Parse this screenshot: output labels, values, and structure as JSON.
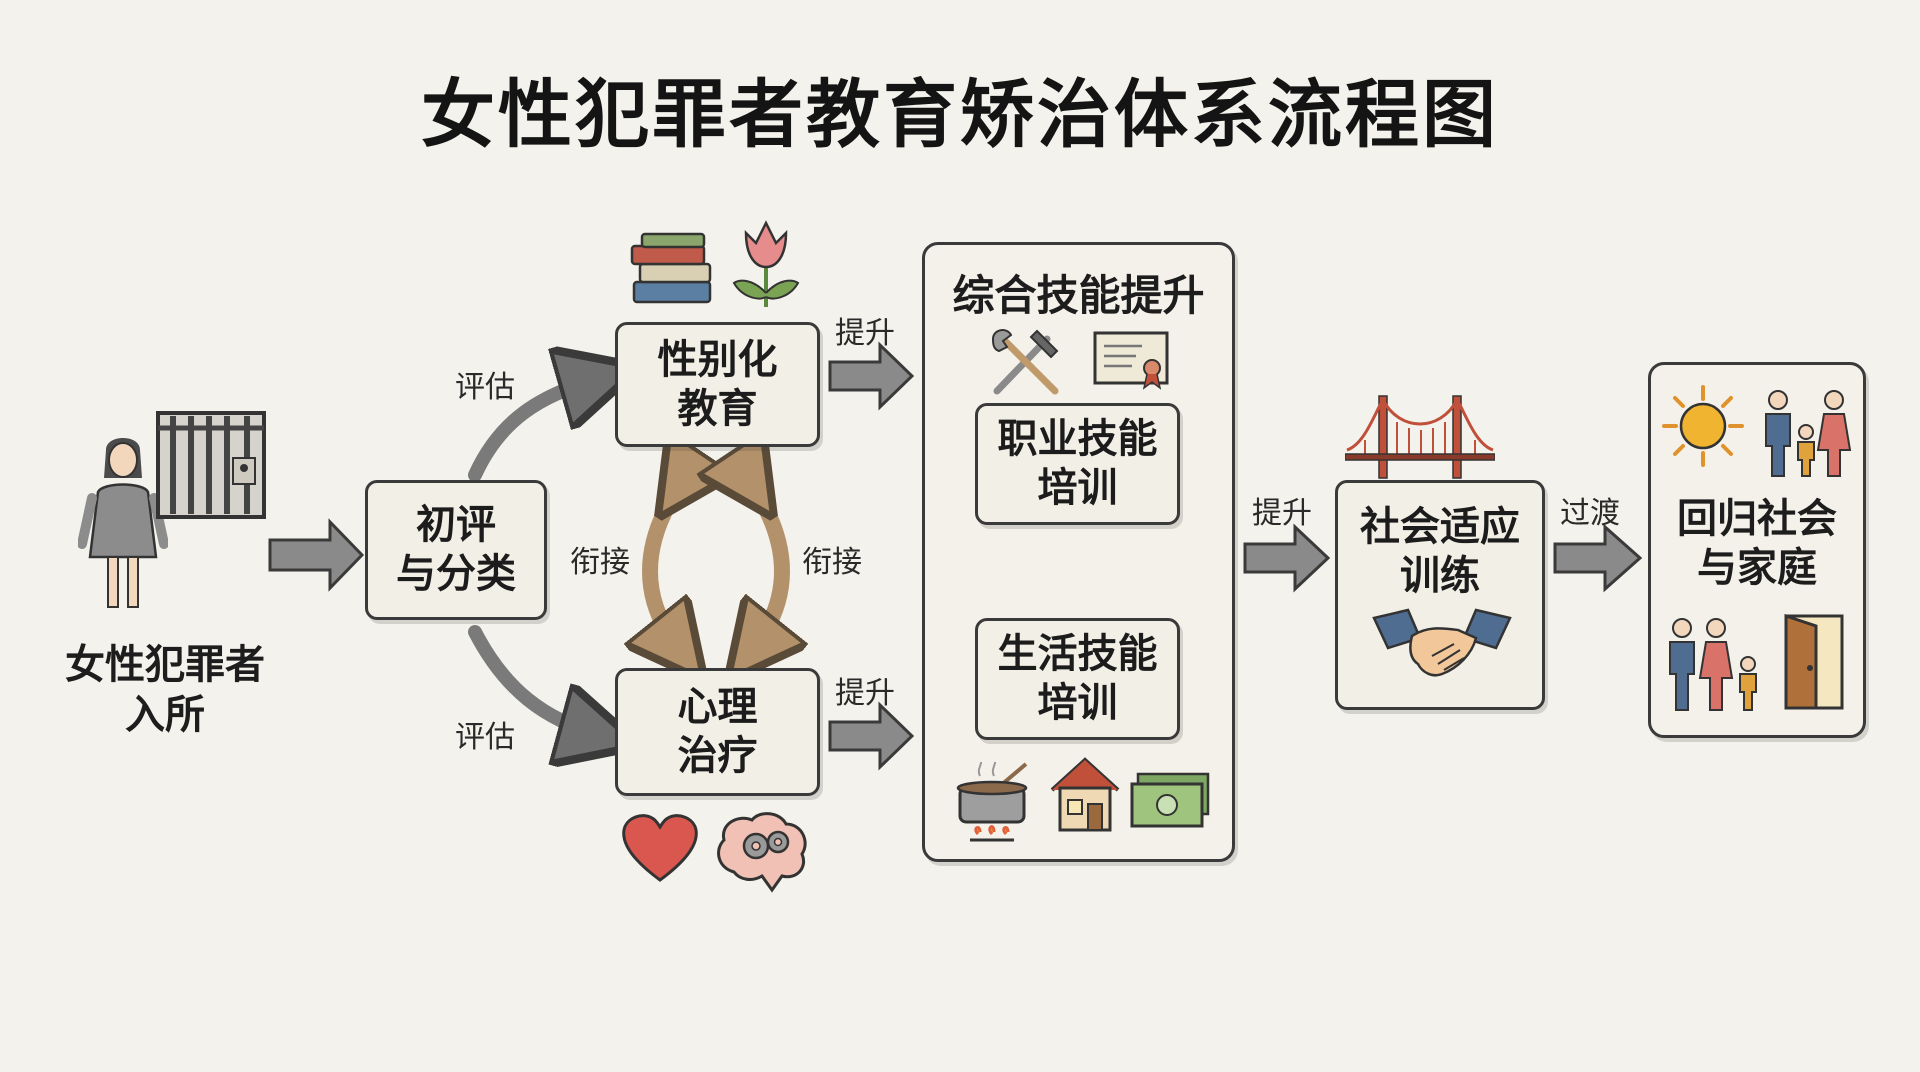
{
  "title": "女性犯罪者教育矫治体系流程图",
  "start": {
    "line1": "女性犯罪者",
    "line2": "入所"
  },
  "nodes": {
    "initial": {
      "line1": "初评",
      "line2": "与分类"
    },
    "gender_edu": {
      "line1": "性别化",
      "line2": "教育"
    },
    "psych": {
      "line1": "心理",
      "line2": "治疗"
    },
    "skills_group": {
      "title": "综合技能提升"
    },
    "vocational": {
      "line1": "职业技能",
      "line2": "培训"
    },
    "life": {
      "line1": "生活技能",
      "line2": "培训"
    },
    "social": {
      "line1": "社会适应",
      "line2": "训练"
    },
    "return": {
      "line1": "回归社会",
      "line2": "与家庭"
    }
  },
  "edge_labels": {
    "eval_top": "评估",
    "eval_bottom": "评估",
    "link_left": "衔接",
    "link_right": "衔接",
    "upgrade_top": "提升",
    "upgrade_bottom": "提升",
    "upgrade_mid": "提升",
    "transition": "过渡"
  },
  "icons": {
    "woman": "woman-figure-icon",
    "cell": "prison-bars-icon",
    "books": "books-icon",
    "flower": "tulip-icon",
    "heart": "heart-icon",
    "brain": "brain-gears-icon",
    "tools": "hammer-wrench-icon",
    "certificate": "certificate-icon",
    "pot": "cooking-pot-icon",
    "house": "house-icon",
    "money": "money-icon",
    "bridge": "bridge-icon",
    "handshake": "handshake-icon",
    "sun": "sun-icon",
    "family_top": "family-icon",
    "family_bottom": "family-walking-icon",
    "door": "open-door-icon"
  },
  "colors": {
    "arrow_gray": "#6f6f6f",
    "link_arrow": "#b3916a",
    "bridge": "#c0503a",
    "heart": "#d9574f",
    "sun": "#f0b431"
  }
}
